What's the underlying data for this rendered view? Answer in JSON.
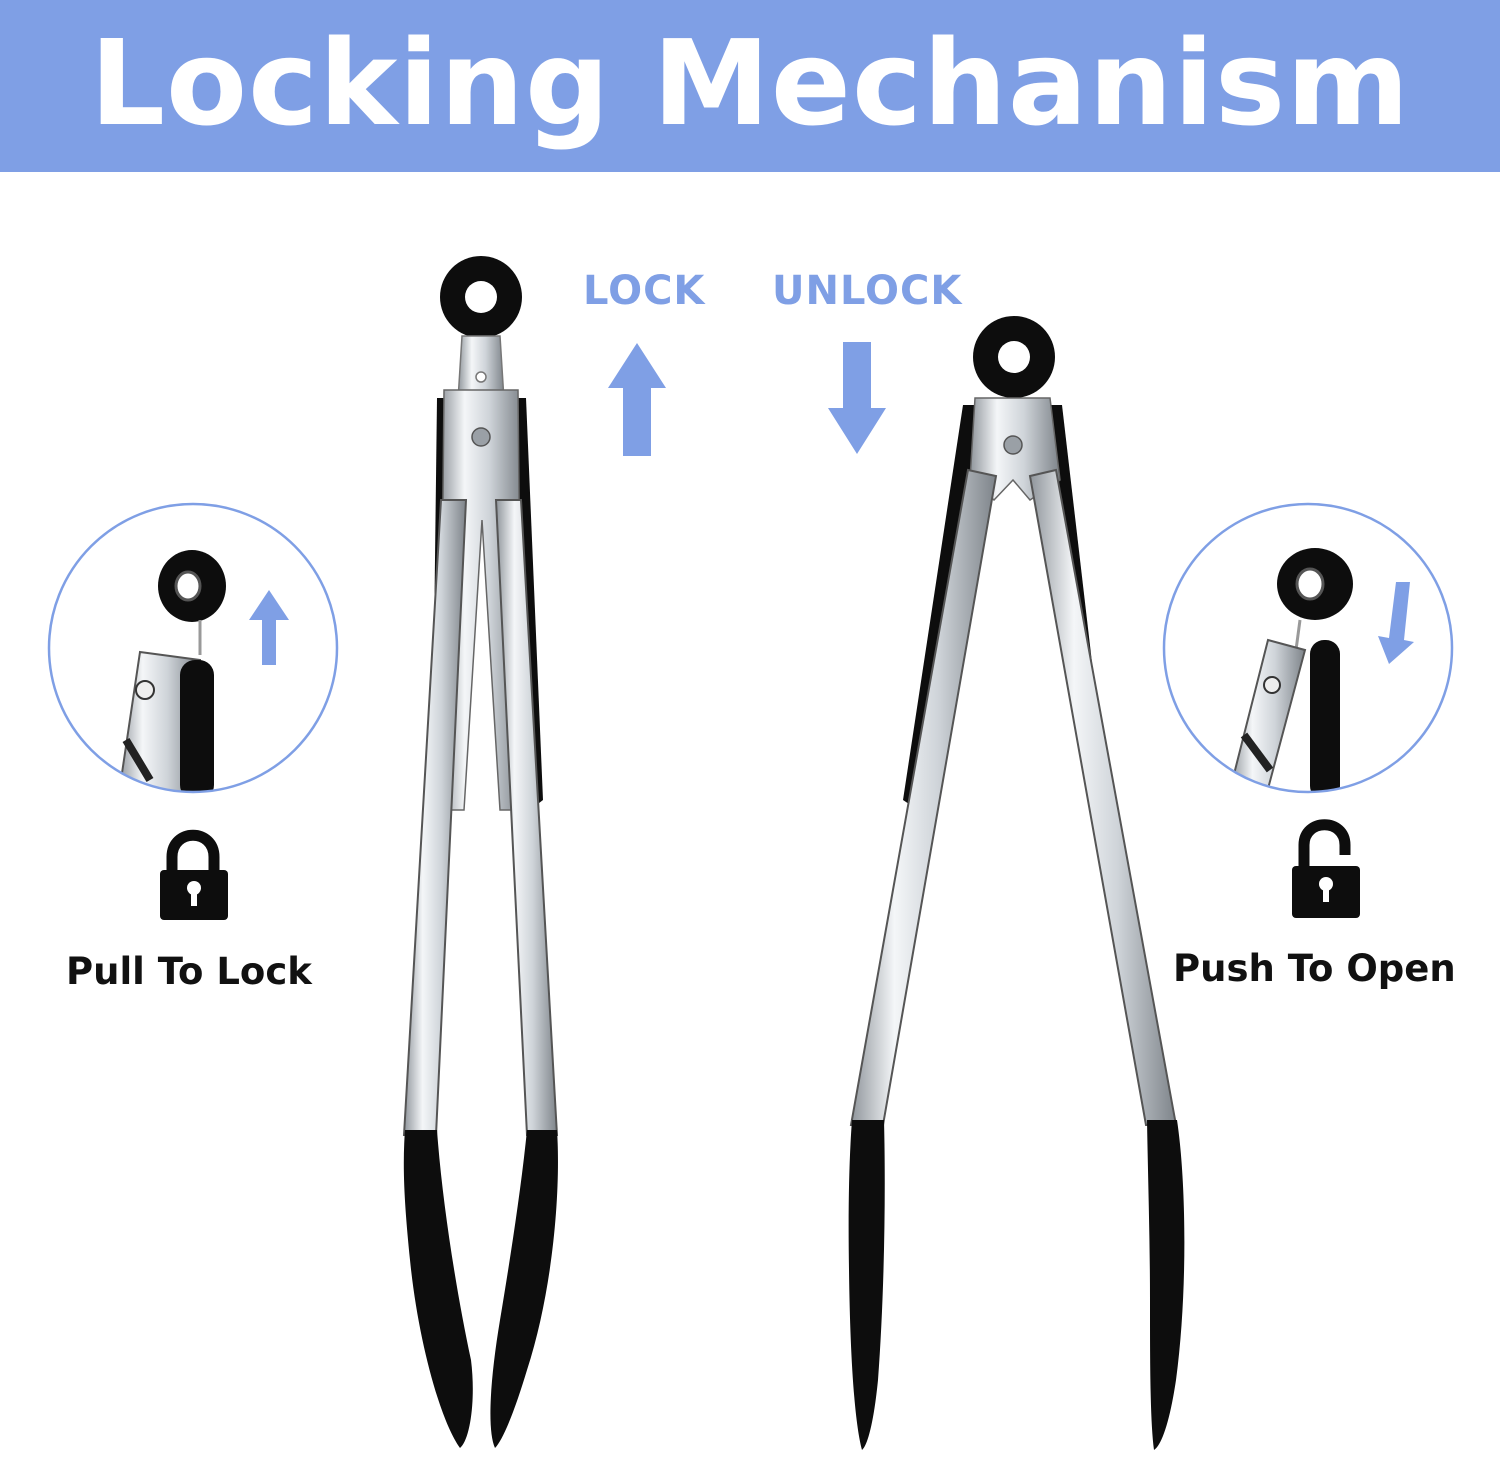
{
  "title": "Locking Mechanism",
  "labels": {
    "lock": "LOCK",
    "unlock": "UNLOCK",
    "pull_to_lock": "Pull To Lock",
    "push_to_open": "Push To Open"
  },
  "colors": {
    "accent": "#7f9fe5",
    "silicone": "#0d0d0d",
    "steel": "#c9ced3"
  },
  "icons": [
    "arrow-up-icon",
    "arrow-down-icon",
    "padlock-closed-icon",
    "padlock-open-icon",
    "ring-icon"
  ]
}
